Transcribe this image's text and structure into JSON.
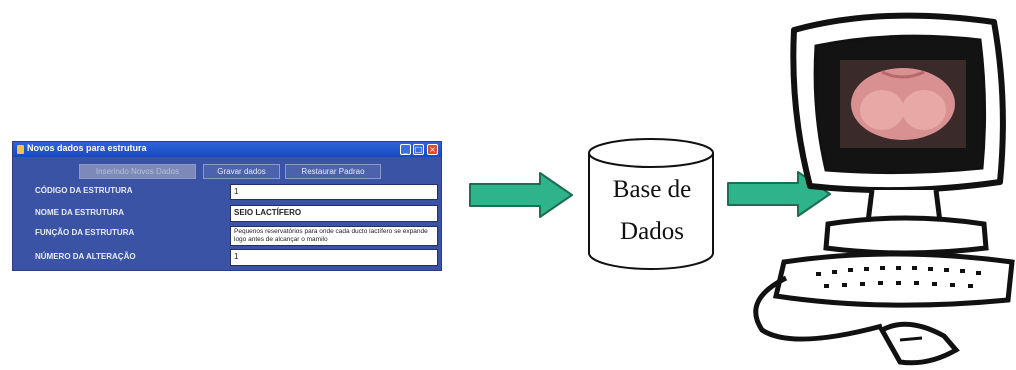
{
  "window": {
    "title": "Novos dados para estrutura",
    "buttons": [
      "Inserindo Novos Dados",
      "Gravar dados",
      "Restaurar Padrao"
    ],
    "fields": [
      {
        "label": "CÓDIGO DA ESTRUTURA",
        "value": "1"
      },
      {
        "label": "NOME DA ESTRUTURA",
        "value": "SEIO LACTÍFERO"
      },
      {
        "label": "FUNÇÃO DA ESTRUTURA",
        "value": "Pequenos reservatórios para onde cada ducto lactífero se expande logo antes de alcançar o mamilo"
      },
      {
        "label": "NÚMERO DA ALTERAÇÃO",
        "value": "1"
      }
    ]
  },
  "database": {
    "line1": "Base de",
    "line2": "Dados"
  },
  "colors": {
    "arrow": "#2fb38a",
    "window_bg": "#3b53a4",
    "titlebar": "#2358cf"
  },
  "icons": [
    "minimize-icon",
    "maximize-icon",
    "close-icon",
    "arrow-right-icon",
    "database-icon",
    "computer-icon"
  ]
}
